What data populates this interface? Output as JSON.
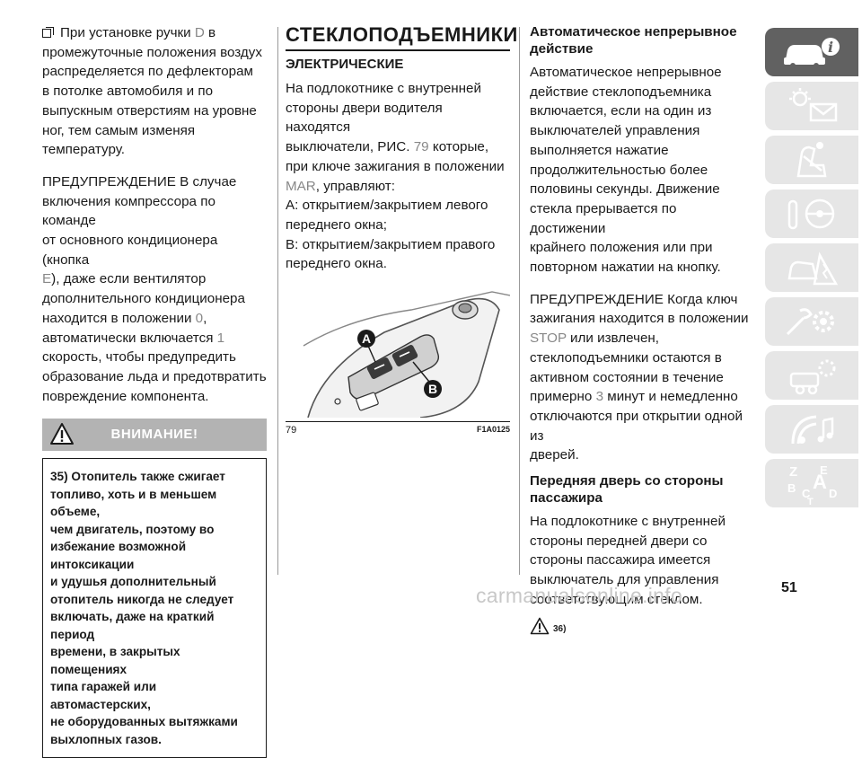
{
  "left_column": {
    "para1_lines": [
      "При установке ручки",
      "промежуточные положения воздух",
      "распределяется по дефлекторам",
      "в потолке автомобиля и по",
      "выпускным отверстиям на уровне",
      "ног, тем самым изменяя",
      "температуру."
    ],
    "para1_marker": "D",
    "para1_suffix": "в",
    "warn_para": {
      "l1": "ПРЕДУПРЕЖДЕНИЕ В случае",
      "l2": "включения компрессора по команде",
      "l3": "от основного кондиционера (кнопка",
      "l4_marker": "E",
      "l4_rest": "), даже если вентилятор",
      "l5": "дополнительного кондиционера",
      "l6_text": "находится в положении",
      "l6_marker": "0",
      "l6_end": ",",
      "l7_text": "автоматически включается",
      "l7_marker": "1",
      "l8": "скорость, чтобы предупредить",
      "l9": "образование льда и предотвратить",
      "l10": "повреждение компонента."
    },
    "attention": {
      "title": "ВНИМАНИЕ!",
      "lines": [
        "35) Отопитель также сжигает",
        "топливо, хоть и в меньшем объеме,",
        "чем двигатель, поэтому во",
        "избежание возможной интоксикации",
        "и удушья дополнительный",
        "отопитель никогда не следует",
        "включать, даже на краткий период",
        "времени, в закрытых помещениях",
        "типа гаражей или автомастерских,",
        "не оборудованных вытяжками",
        "выхлопных газов."
      ]
    }
  },
  "middle_column": {
    "section_title": "СТЕКЛОПОДЪЕМНИКИ",
    "subsection_title": "ЭЛЕКТРИЧЕСКИЕ",
    "l1": "На подлокотнике с внутренней",
    "l2": "стороны двери водителя находятся",
    "l3_text": "выключатели, РИС.",
    "l3_marker": "79",
    "l3_end": "которые,",
    "l4": "при ключе зажигания в положении",
    "l5_marker": "MAR",
    "l5_end": ", управляют:",
    "l6": "A: открытием/закрытием левого",
    "l7": "переднего окна;",
    "l8": "B: открытием/закрытием правого",
    "l9": "переднего окна.",
    "figure": {
      "label_a": "A",
      "label_b": "B",
      "number": "79",
      "code": "F1A0125"
    }
  },
  "right_column": {
    "heading1_lines": [
      "Автоматическое непрерывное",
      "действие"
    ],
    "para1_lines": [
      "Автоматическое непрерывное",
      "действие стеклоподъемника",
      "включается, если на один из",
      "выключателей управления",
      "выполняется нажатие",
      "продолжительностью более",
      "половины секунды. Движение",
      "стекла прерывается по достижении",
      "крайнего положения или при",
      "повторном нажатии на кнопку."
    ],
    "warn": {
      "l1": "ПРЕДУПРЕЖДЕНИЕ Когда ключ",
      "l2": "зажигания находится в положении",
      "l3_marker": "STOP",
      "l3_end": "или извлечен,",
      "l4": "стеклоподъемники остаются в",
      "l5": "активном состоянии в течение",
      "l6_text": "примерно",
      "l6_marker": "3",
      "l6_end": "минут и немедленно",
      "l7": "отключаются при открытии одной из",
      "l8": "дверей."
    },
    "heading2_lines": [
      "Передняя дверь со стороны",
      "пассажира"
    ],
    "para2_lines": [
      "На подлокотнике с внутренней",
      "стороны передней двери со",
      "стороны пассажира имеется",
      "выключатель для управления",
      "соответствующим стеклом."
    ],
    "note_ref": "36)"
  },
  "side_tabs": [
    "car-info-icon",
    "warning-lights-icon",
    "seat-belt-icon",
    "key-steering-icon",
    "crash-icon",
    "service-icon",
    "specs-icon",
    "multimedia-icon",
    "index-icon"
  ],
  "page_number": "51",
  "watermark": "carmanualsonline.info",
  "colors": {
    "active_tab": "#616161",
    "inactive_tab": "#e6e6e6",
    "marker_gray": "#888888",
    "attention_bar": "#b3b3b3"
  }
}
